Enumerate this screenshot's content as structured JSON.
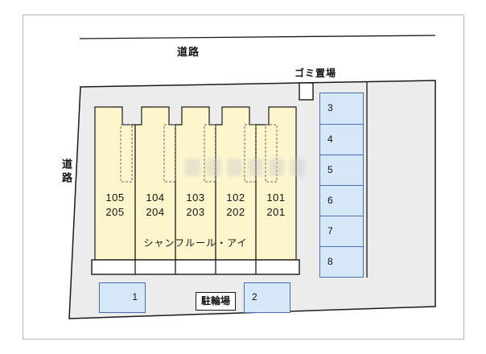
{
  "labels": {
    "road_top": "道路",
    "road_left": "道路",
    "garbage_area": "ゴミ置場",
    "bicycle_parking": "駐輪場"
  },
  "building": {
    "name": "シャンフルール・アイ",
    "units": [
      {
        "line1": "105",
        "line2": "205"
      },
      {
        "line1": "104",
        "line2": "204"
      },
      {
        "line1": "103",
        "line2": "203"
      },
      {
        "line1": "102",
        "line2": "202"
      },
      {
        "line1": "101",
        "line2": "201"
      }
    ]
  },
  "parking": {
    "right_column": [
      "3",
      "4",
      "5",
      "6",
      "7",
      "8"
    ],
    "bottom_row": [
      "1",
      "2"
    ]
  },
  "colors": {
    "site_fill": "#ececec",
    "building_fill": "#fdf6cd",
    "parking_fill": "#d6e8f7",
    "parking_border": "#4a6db3",
    "outline": "#1a1a1a",
    "frame_gray": "#b5b5b5",
    "watermark_gray": "#c8c8c8"
  }
}
